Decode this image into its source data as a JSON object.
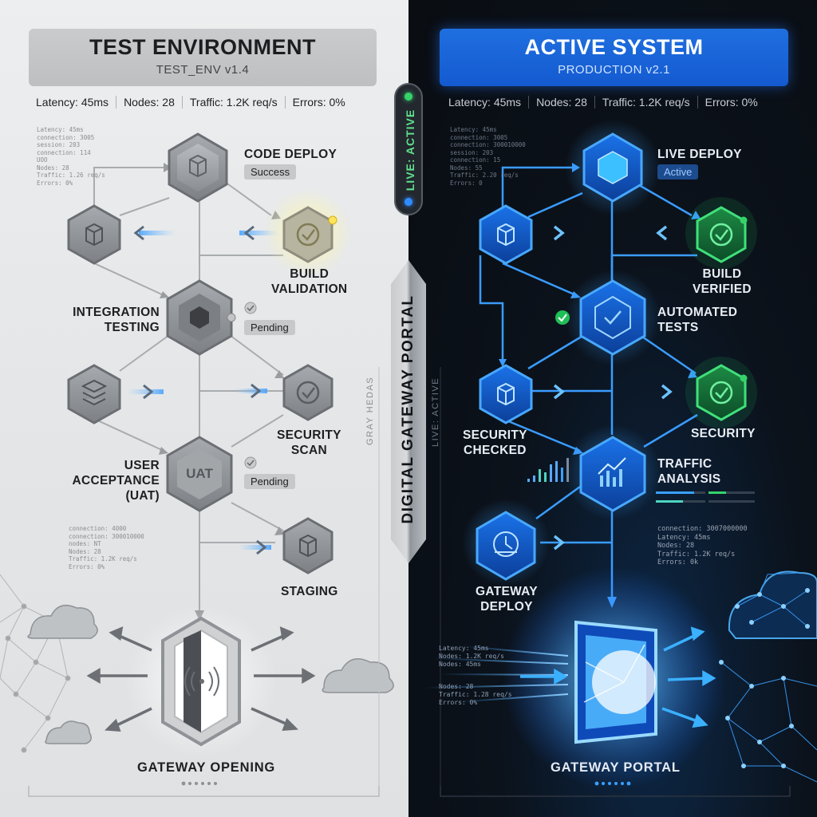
{
  "left": {
    "title": "TEST ENVIRONMENT",
    "subtitle": "TEST_ENV v1.4",
    "stats": [
      "Latency: 45ms",
      "Nodes: 28",
      "Traffic: 1.2K req/s",
      "Errors: 0%"
    ],
    "nodes": {
      "code_deploy": "CODE DEPLOY",
      "build_validation": "BUILD\nVALIDATION",
      "integration_testing": "INTEGRATION\nTESTING",
      "security_scan": "SECURITY\nSCAN",
      "user_acceptance": "USER ACCEPTANCE\n(UAT)",
      "staging": "STAGING",
      "uat_glyph": "UAT"
    },
    "badges": {
      "code_deploy": "Success",
      "integration": "Pending",
      "uat": "Pending"
    },
    "mini_top": [
      "Latency: 45ms",
      "connection: 3005",
      "session: 203",
      "connection: 114",
      "UOO",
      "Nodes: 28",
      "Traffic: 1.26 req/s",
      "Errors: 0%"
    ],
    "mini_bottom": [
      "connection: 4000",
      "connection: 300010000",
      "nodes: NT",
      "Nodes: 28",
      "Traffic: 1.2K req/s",
      "Errors: 0%"
    ],
    "gateway_label": "GATEWAY OPENING",
    "side_text": "GRAY HEDAS"
  },
  "center": {
    "pill_text": "LIVE: ACTIVE",
    "vertical_title": "DIGITAL GATEWAY PORTAL"
  },
  "right": {
    "title": "ACTIVE SYSTEM",
    "subtitle": "PRODUCTION v2.1",
    "stats": [
      "Latency: 45ms",
      "Nodes: 28",
      "Traffic: 1.2K req/s",
      "Errors: 0%"
    ],
    "nodes": {
      "live_deploy": "LIVE DEPLOY",
      "build_verified": "BUILD\nVERIFIED",
      "automated_tests": "AUTOMATED\nTESTS",
      "security_checked": "SECURITY\nCHECKED",
      "security": "SECURITY",
      "traffic_analysis": "TRAFFIC\nANALYSIS",
      "gateway_deploy": "GATEWAY\nDEPLOY"
    },
    "badges": {
      "live_deploy": "Active"
    },
    "mini_top": [
      "Latency: 45ms",
      "connection: 3005",
      "connection: 300010000",
      "session: 203",
      "connection: 15",
      "Nodes: 55",
      "Traffic: 2.20 req/s",
      "Errors: 0"
    ],
    "mini_mid": [
      "connection: 3007000000",
      "Latency: 45ms",
      "Nodes: 28",
      "Traffic: 1.2K req/s",
      "Errors: 0k"
    ],
    "mini_bottom": [
      "Latency: 45ms",
      "Nodes: 1.2K req/s",
      "Nodes: 45ms",
      "Nodes: 28",
      "Traffic: 1.28 req/s",
      "Errors: 0%"
    ],
    "gateway_label": "GATEWAY PORTAL",
    "side_text": "LIVE: ACTIVE"
  },
  "colors": {
    "gray_node": "#8f9296",
    "blue_accent": "#2f8cff",
    "cyan_line": "#3aa0ff",
    "green_ok": "#35d36a",
    "yellow_glow": "#ffe45a"
  }
}
